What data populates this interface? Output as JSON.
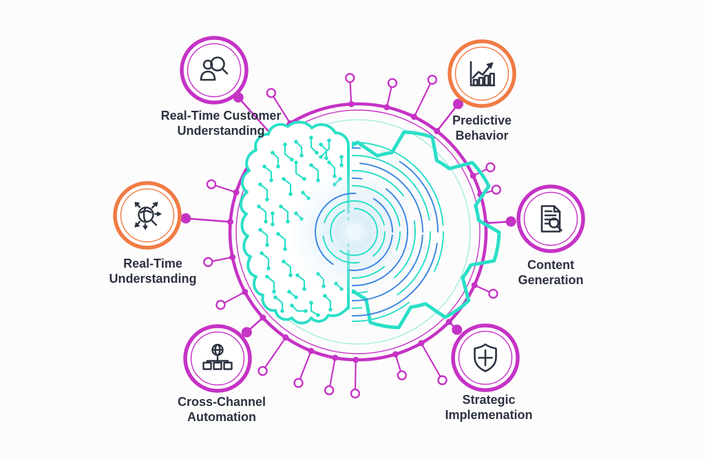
{
  "diagram": {
    "center": {
      "left_half_icon": "circuit-brain-icon",
      "right_half_icon": "gear-icon"
    },
    "nodes": [
      {
        "id": "real-time-customer-understanding",
        "label_lines": [
          "Real-Time Customer",
          "Understanding"
        ],
        "ring_color": "#C533C5",
        "icon": "user-search-icon"
      },
      {
        "id": "predictive-behavior",
        "label_lines": [
          "Predictive",
          "Behavior"
        ],
        "ring_color": "#F07B44",
        "icon": "bar-chart-growth-icon"
      },
      {
        "id": "real-time-understanding",
        "label_lines": [
          "Real-Time",
          "Understanding"
        ],
        "ring_color": "#F07B44",
        "icon": "global-search-icon"
      },
      {
        "id": "content-generation",
        "label_lines": [
          "Content",
          "Generation"
        ],
        "ring_color": "#C533C5",
        "icon": "document-search-icon"
      },
      {
        "id": "cross-channel-automation",
        "label_lines": [
          "Cross-Channel",
          "Automation"
        ],
        "ring_color": "#C533C5",
        "icon": "network-hierarchy-icon"
      },
      {
        "id": "strategic-implemenation",
        "label_lines": [
          "Strategic",
          "Implemenation"
        ],
        "ring_color": "#C533C5",
        "icon": "shield-cross-icon"
      }
    ],
    "colors": {
      "magenta": "#C533C5",
      "orange": "#F07B44",
      "teal": "#2ADFC7",
      "teal_soft": "#99EBDB",
      "blue": "#3D87E2",
      "ink": "#2B3240",
      "hub": "#E3F2F9",
      "background": "#FDFCFC"
    }
  }
}
